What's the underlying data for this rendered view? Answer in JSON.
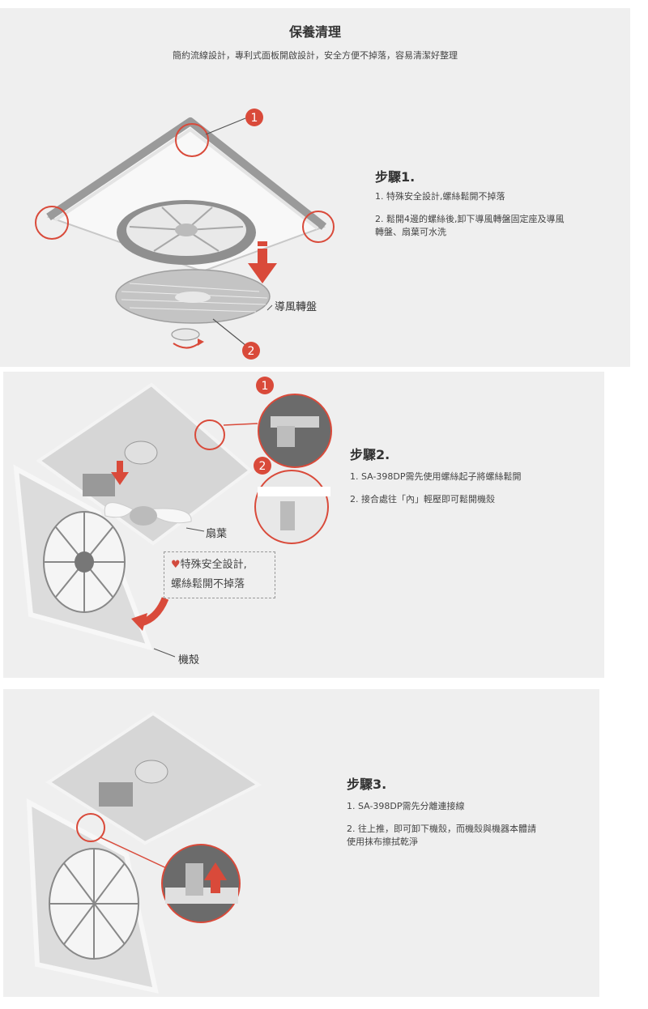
{
  "header": {
    "title": "保養清理",
    "subtitle": "簡約流線設計，專利式面板開啟設計，安全方便不掉落，容易清潔好整理"
  },
  "step1": {
    "heading": "步驟1.",
    "line1": "1. 特殊安全設計,螺絲鬆開不掉落",
    "line2": "2. 鬆開4邊的螺絲後,卸下導風轉盤固定座及導風",
    "line3": "轉盤、扇葉可水洗",
    "callout_1": "1",
    "callout_2": "2",
    "part_label": "導風轉盤"
  },
  "step2": {
    "heading": "步驟2.",
    "line1": "1. SA-398DP需先使用螺絲起子將螺絲鬆開",
    "line2": "2. 接合處往「內」輕壓即可鬆開機殼",
    "callout_1": "1",
    "callout_2": "2",
    "blade_label": "扇葉",
    "note_line1": "特殊安全設計,",
    "note_line2": "螺絲鬆開不掉落",
    "housing_label": "機殼"
  },
  "step3": {
    "heading": "步驟3.",
    "line1": "1. SA-398DP需先分離連接線",
    "line2": "2. 往上推，即可卸下機殼，而機殼與機器本體請",
    "line3": "使用抹布擦拭乾淨"
  },
  "colors": {
    "accent": "#d94a3a",
    "panel_bg": "#efefef"
  },
  "icons": [
    "heart-icon",
    "arrow-down-icon",
    "rotate-arrow-icon",
    "arrow-up-icon"
  ]
}
